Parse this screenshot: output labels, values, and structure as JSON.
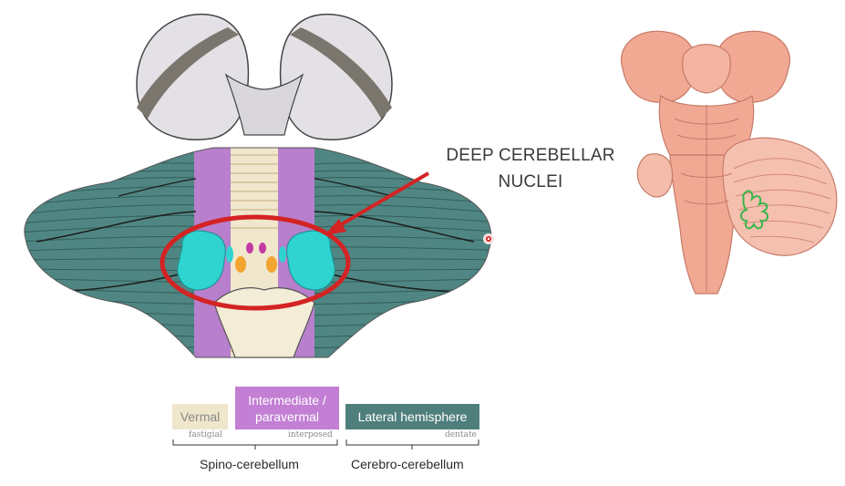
{
  "callout": {
    "line1": "DEEP CEREBELLAR",
    "line2": "NUCLEI"
  },
  "legend": {
    "vermal": {
      "label": "Vermal",
      "nucleus": "fastigial",
      "color": "#efe6cc"
    },
    "intermediate": {
      "label_line1": "Intermediate /",
      "label_line2": "paravermal",
      "nucleus": "interposed",
      "color": "#c27fd4"
    },
    "lateral": {
      "label": "Lateral hemisphere",
      "nucleus": "dentate",
      "color": "#4f7f7c"
    }
  },
  "groups": {
    "spino": "Spino-cerebellum",
    "cerebro": "Cerebro-cerebellum"
  },
  "colors": {
    "highlight_ring": "#d42323",
    "dentate_nucleus": "#2fd3cf",
    "interposed_nucleus": "#f2a531",
    "fastigial_nucleus": "#c33aa4",
    "brainstem_tissue": "#f1a994"
  }
}
